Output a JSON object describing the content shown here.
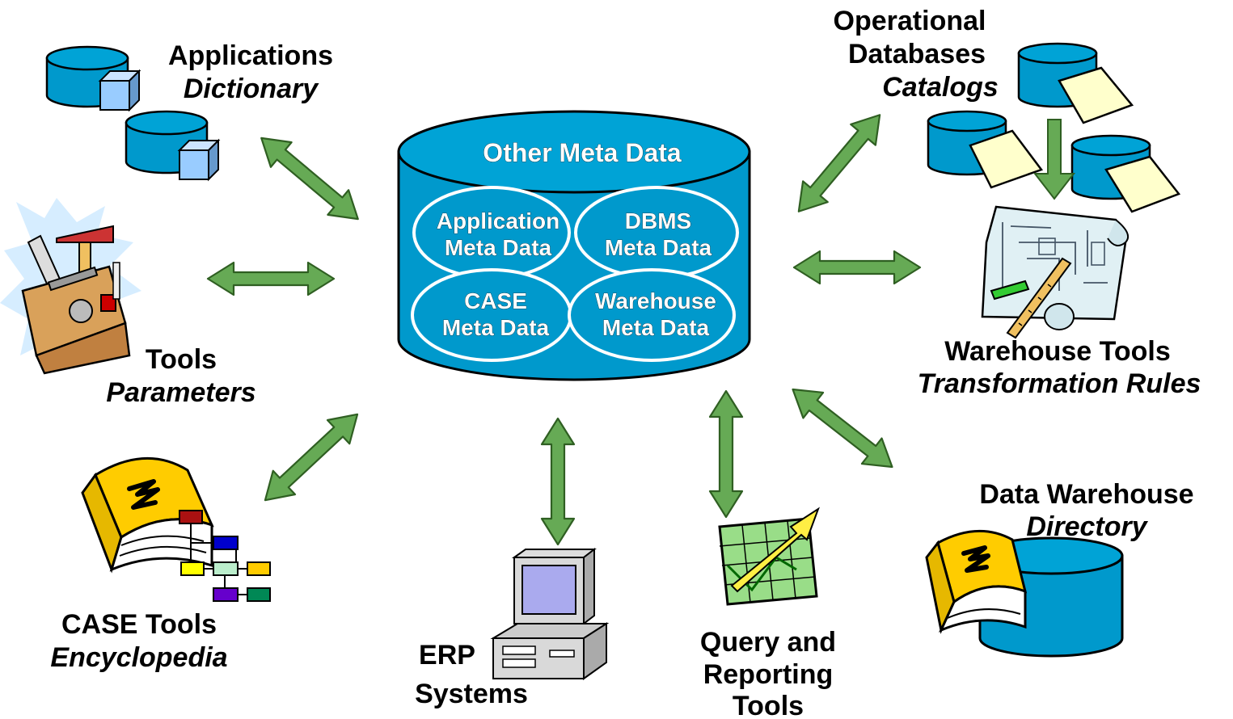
{
  "central": {
    "title": "Other Meta Data",
    "application": [
      "Application",
      "Meta Data"
    ],
    "dbms": [
      "DBMS",
      "Meta Data"
    ],
    "case": [
      "CASE",
      "Meta Data"
    ],
    "warehouse": [
      "Warehouse",
      "Meta Data"
    ]
  },
  "applications": {
    "title": "Applications",
    "subtitle": "Dictionary"
  },
  "tools": {
    "title": "Tools",
    "subtitle": "Parameters"
  },
  "case_tools": {
    "title": "CASE Tools",
    "subtitle": "Encyclopedia"
  },
  "erp": {
    "line1": "ERP",
    "line2": "Systems"
  },
  "query": {
    "line1": "Query and",
    "line2": "Reporting",
    "line3": "Tools"
  },
  "dw": {
    "title": "Data Warehouse",
    "subtitle": "Directory"
  },
  "warehouse_tools": {
    "title": "Warehouse Tools",
    "subtitle": "Transformation Rules"
  },
  "operational": {
    "line1": "Operational",
    "line2": "Databases",
    "subtitle": "Catalogs"
  },
  "colors": {
    "cylinder": "#0099cc",
    "cylinder_dark": "#007fa8",
    "arrow": "#66aa55",
    "note": "#ffffcc",
    "book": "#ffcc00",
    "cube": "#99ccff"
  }
}
